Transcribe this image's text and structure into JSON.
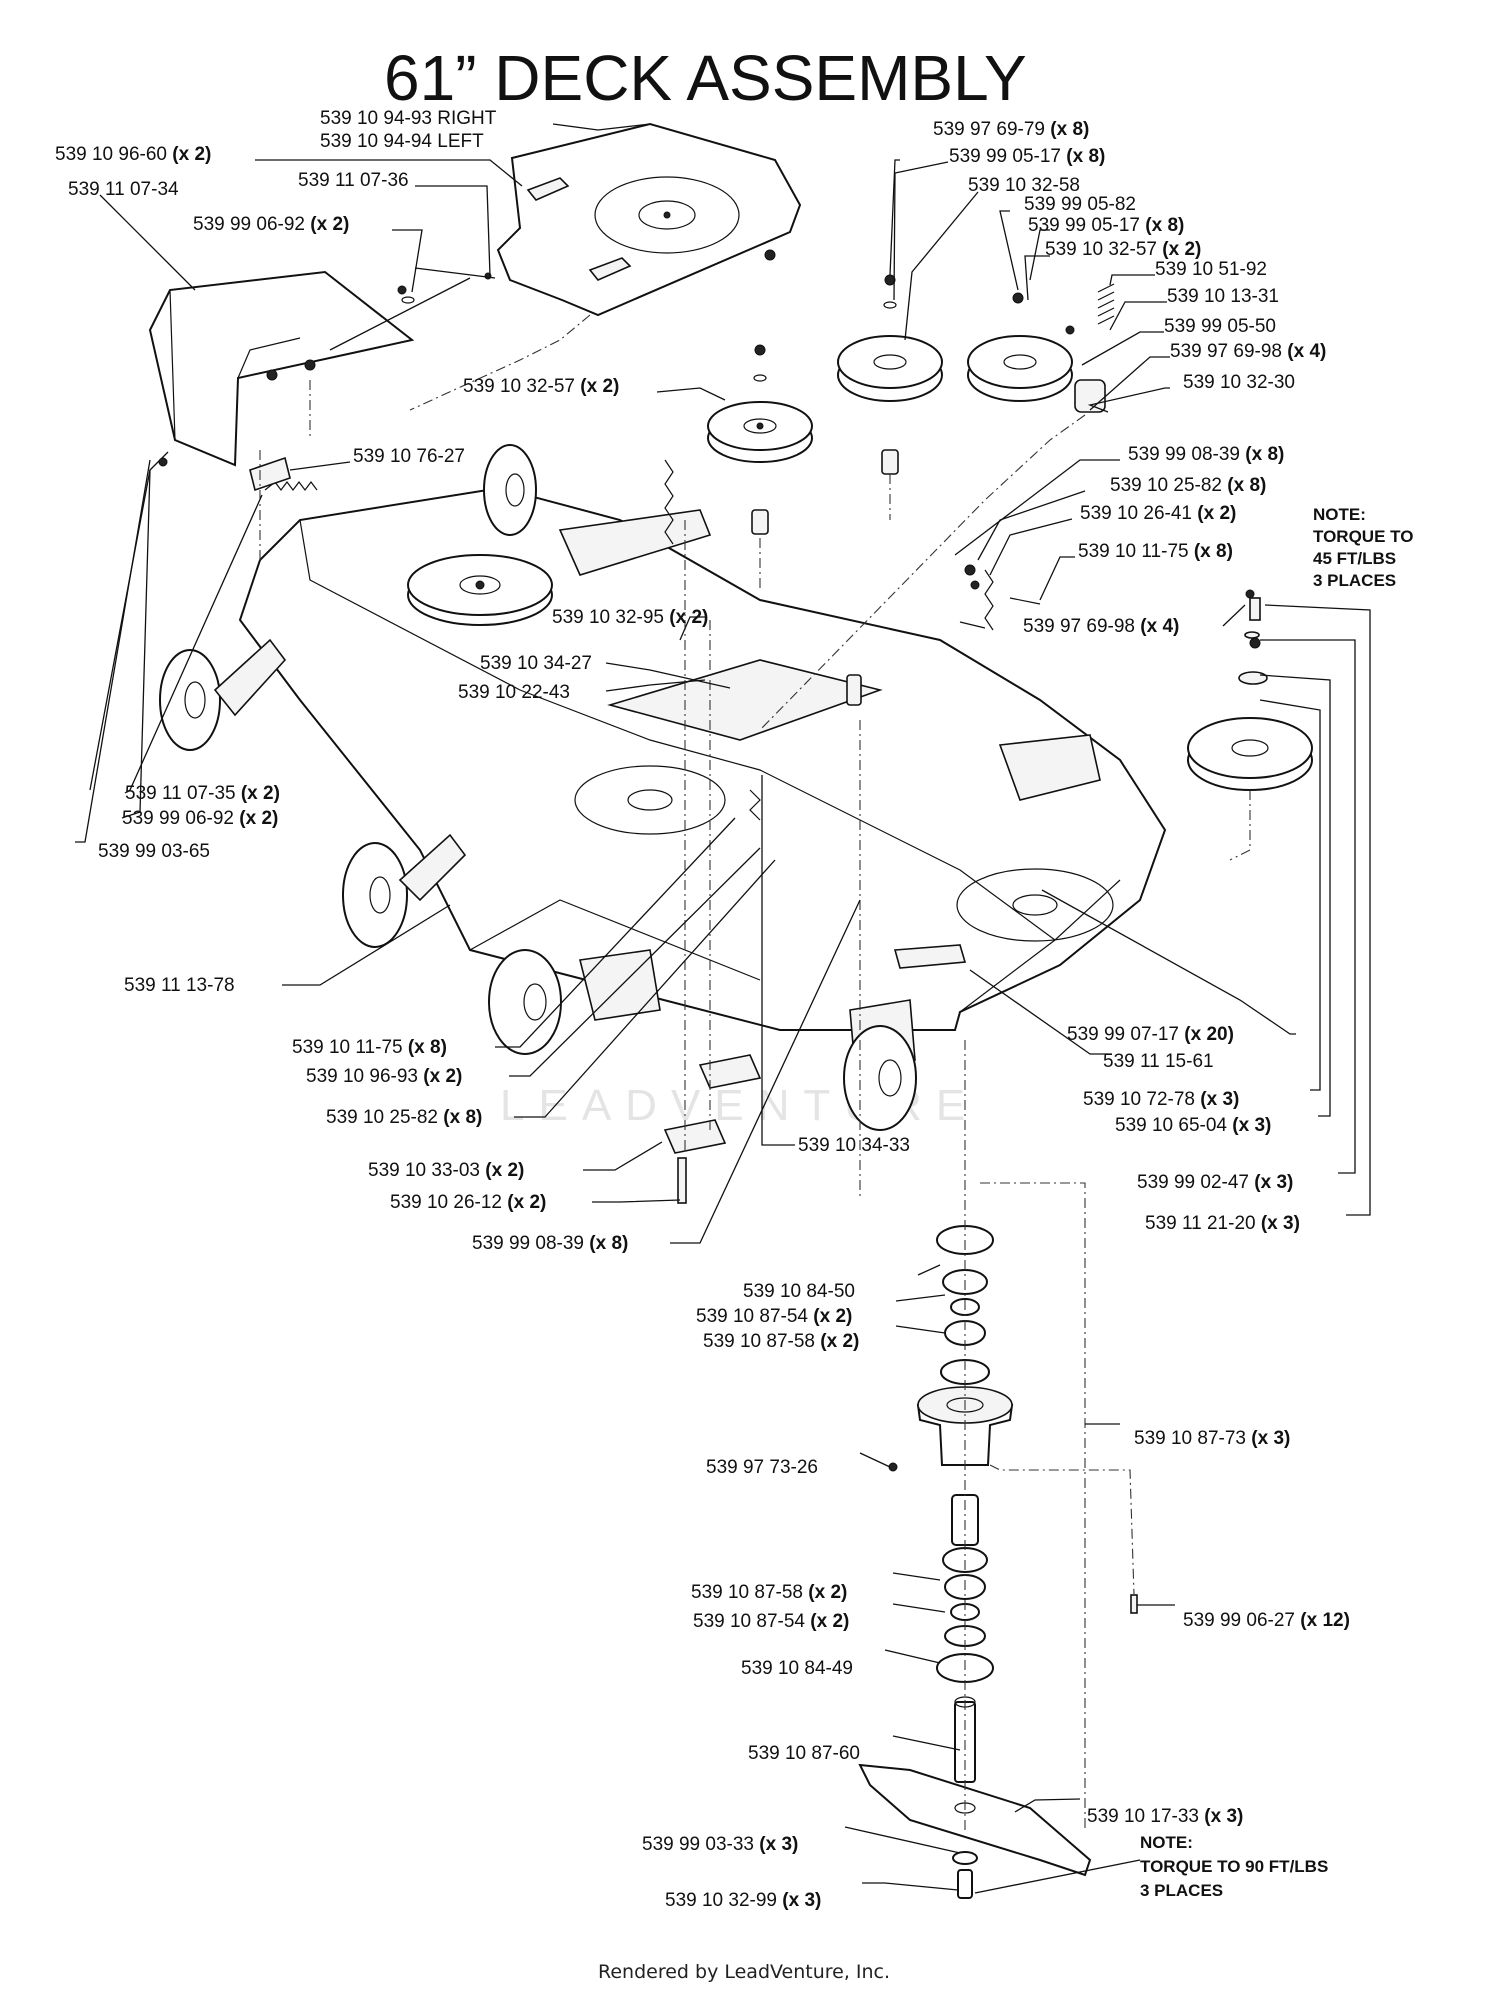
{
  "title": "61” DECK ASSEMBLY",
  "footer": "Rendered by LeadVenture, Inc.",
  "watermark": "LEADVENTURE",
  "labels": [
    {
      "id": "l01",
      "part": "539 10 94-93 RIGHT",
      "qty": ""
    },
    {
      "id": "l02",
      "part": "539 10 94-94 LEFT",
      "qty": ""
    },
    {
      "id": "l03",
      "part": "539 10 96-60",
      "qty": "(x 2)"
    },
    {
      "id": "l04",
      "part": "539 11 07-34",
      "qty": ""
    },
    {
      "id": "l05",
      "part": "539 11 07-36",
      "qty": ""
    },
    {
      "id": "l06",
      "part": "539 99 06-92",
      "qty": "(x 2)"
    },
    {
      "id": "l07",
      "part": "539 10 32-57",
      "qty": "(x 2)"
    },
    {
      "id": "l08",
      "part": "539 10 76-27",
      "qty": ""
    },
    {
      "id": "l09",
      "part": "539 97 69-79",
      "qty": "(x 8)"
    },
    {
      "id": "l10",
      "part": "539 99 05-17",
      "qty": "(x 8)"
    },
    {
      "id": "l11",
      "part": "539 10 32-58",
      "qty": ""
    },
    {
      "id": "l12",
      "part": "539 99 05-82",
      "qty": ""
    },
    {
      "id": "l13",
      "part": "539 99 05-17",
      "qty": "(x 8)"
    },
    {
      "id": "l14",
      "part": "539 10 32-57",
      "qty": "(x 2)"
    },
    {
      "id": "l15",
      "part": "539 10 51-92",
      "qty": ""
    },
    {
      "id": "l16",
      "part": "539 10 13-31",
      "qty": ""
    },
    {
      "id": "l17",
      "part": "539 99 05-50",
      "qty": ""
    },
    {
      "id": "l18",
      "part": "539 97 69-98",
      "qty": "(x 4)"
    },
    {
      "id": "l19",
      "part": "539 10 32-30",
      "qty": ""
    },
    {
      "id": "l20",
      "part": "539 99 08-39",
      "qty": "(x 8)"
    },
    {
      "id": "l21",
      "part": "539 10 25-82",
      "qty": "(x 8)"
    },
    {
      "id": "l22",
      "part": "539 10 26-41",
      "qty": "(x 2)"
    },
    {
      "id": "l23",
      "part": "539 10 11-75",
      "qty": "(x 8)"
    },
    {
      "id": "l24",
      "part": "539 97 69-98",
      "qty": "(x 4)"
    },
    {
      "id": "l25",
      "part": "539 10 32-95",
      "qty": "(x 2)"
    },
    {
      "id": "l26",
      "part": "539 10 34-27",
      "qty": ""
    },
    {
      "id": "l27",
      "part": "539 10 22-43",
      "qty": ""
    },
    {
      "id": "l28",
      "part": "539 11 07-35",
      "qty": "(x 2)"
    },
    {
      "id": "l29",
      "part": "539 99 06-92",
      "qty": "(x 2)"
    },
    {
      "id": "l30",
      "part": "539 99 03-65",
      "qty": ""
    },
    {
      "id": "l31",
      "part": "539 11 13-78",
      "qty": ""
    },
    {
      "id": "l32",
      "part": "539 10 11-75",
      "qty": "(x 8)"
    },
    {
      "id": "l33",
      "part": "539 10 96-93",
      "qty": "(x 2)"
    },
    {
      "id": "l34",
      "part": "539 10 25-82",
      "qty": "(x 8)"
    },
    {
      "id": "l35",
      "part": "539 10 34-33",
      "qty": ""
    },
    {
      "id": "l36",
      "part": "539 10 33-03",
      "qty": "(x 2)"
    },
    {
      "id": "l37",
      "part": "539 10 26-12",
      "qty": "(x 2)"
    },
    {
      "id": "l38",
      "part": "539 99 08-39",
      "qty": "(x 8)"
    },
    {
      "id": "l39",
      "part": "539 99 07-17",
      "qty": "(x 20)"
    },
    {
      "id": "l40",
      "part": "539 11 15-61",
      "qty": ""
    },
    {
      "id": "l41",
      "part": "539 10 72-78",
      "qty": "(x 3)"
    },
    {
      "id": "l42",
      "part": "539 10 65-04",
      "qty": "(x 3)"
    },
    {
      "id": "l43",
      "part": "539 99 02-47",
      "qty": "(x 3)"
    },
    {
      "id": "l44",
      "part": "539 11 21-20",
      "qty": "(x 3)"
    },
    {
      "id": "l45",
      "part": "539 10 84-50",
      "qty": ""
    },
    {
      "id": "l46",
      "part": "539 10 87-54",
      "qty": "(x 2)"
    },
    {
      "id": "l47",
      "part": "539 10 87-58",
      "qty": "(x 2)"
    },
    {
      "id": "l48",
      "part": "539 10 87-73",
      "qty": "(x 3)"
    },
    {
      "id": "l49",
      "part": "539 97 73-26",
      "qty": ""
    },
    {
      "id": "l50",
      "part": "539 10 87-58",
      "qty": "(x 2)"
    },
    {
      "id": "l51",
      "part": "539 10 87-54",
      "qty": "(x 2)"
    },
    {
      "id": "l52",
      "part": "539 10 84-49",
      "qty": ""
    },
    {
      "id": "l53",
      "part": "539 99 06-27",
      "qty": "(x 12)"
    },
    {
      "id": "l54",
      "part": "539 10 87-60",
      "qty": ""
    },
    {
      "id": "l55",
      "part": "539 10 17-33",
      "qty": "(x 3)"
    },
    {
      "id": "l56",
      "part": "539 99 03-33",
      "qty": "(x 3)"
    },
    {
      "id": "l57",
      "part": "539 10 32-99",
      "qty": "(x 3)"
    }
  ],
  "notes": [
    {
      "id": "n1",
      "lines": [
        "NOTE:",
        "TORQUE TO",
        "45 FT/LBS",
        "3 PLACES"
      ]
    },
    {
      "id": "n2",
      "lines": [
        "NOTE:",
        "TORQUE TO 90 FT/LBS",
        "3 PLACES"
      ]
    }
  ]
}
